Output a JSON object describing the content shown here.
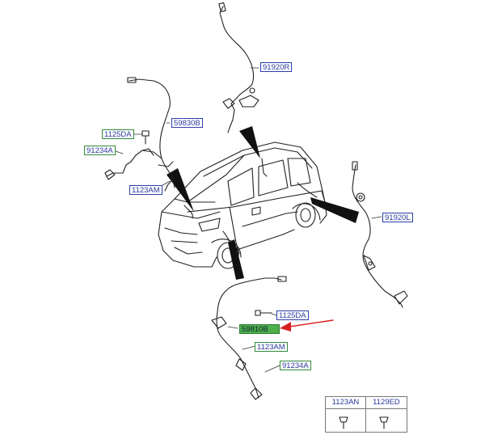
{
  "diagram": {
    "parts": {
      "p91920R": "91920R",
      "p59830B": "59830B",
      "p1125DA_top": "1125DA",
      "p91234A_top": "91234A",
      "p1123AM_top": "1123AM",
      "p91920L": "91920L",
      "p1125DA_bottom": "1125DA",
      "p59810B": "59810B",
      "p1123AM_bottom": "1123AM",
      "p91234A_bottom": "91234A"
    },
    "table_headers": [
      "1123AN",
      "1129ED"
    ],
    "colors": {
      "label_border_blue": "#2b3fa8",
      "label_border_green": "#2f8a3a",
      "highlight_fill": "#4caf4c",
      "arrow": "#d81f1f"
    }
  }
}
